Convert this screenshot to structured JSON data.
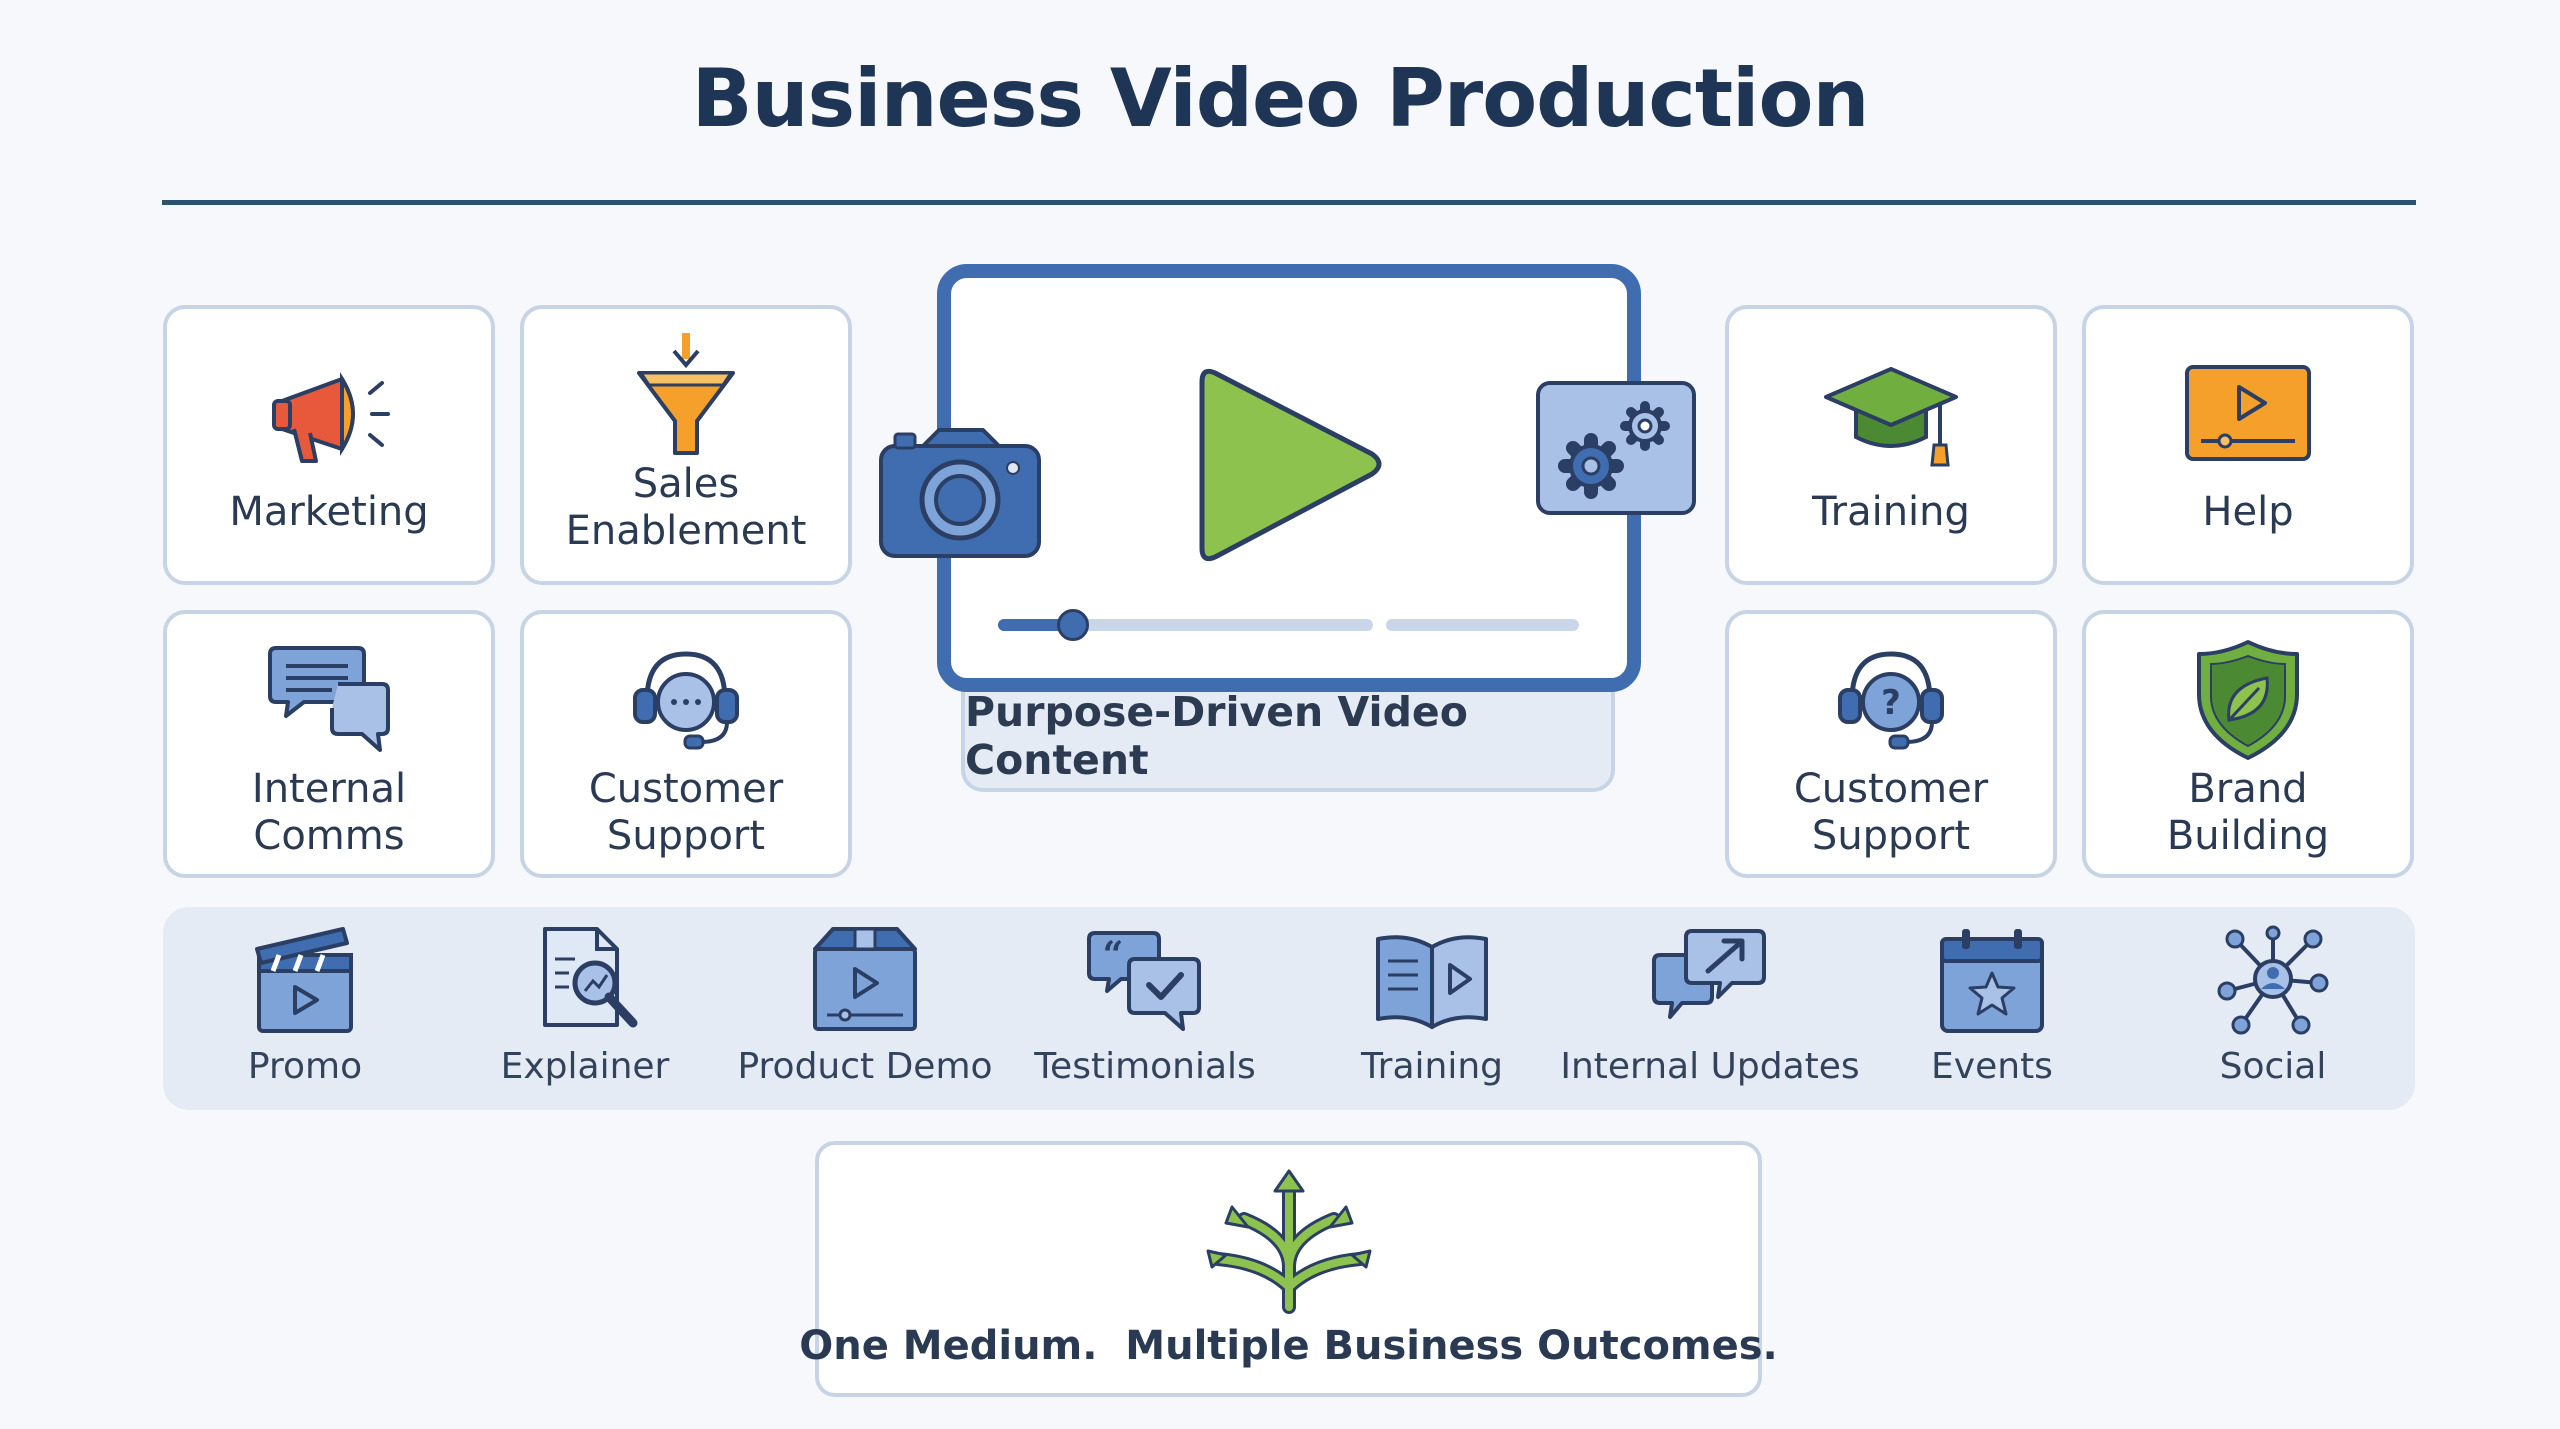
{
  "title": "Business Video Production",
  "cards": [
    {
      "label": "Marketing",
      "icon": "megaphone-icon"
    },
    {
      "label": "Sales\nEnablement",
      "icon": "funnel-icon"
    },
    {
      "label": "Internal\nComms",
      "icon": "chat-bubbles-icon"
    },
    {
      "label": "Customer\nSupport",
      "icon": "headset-icon"
    },
    {
      "label": "Training",
      "icon": "graduation-cap-icon"
    },
    {
      "label": "Help",
      "icon": "video-help-icon"
    },
    {
      "label": "Customer\nSupport",
      "icon": "headset-question-icon"
    },
    {
      "label": "Brand\nBuilding",
      "icon": "shield-leaf-icon"
    }
  ],
  "center": {
    "caption": "Purpose-Driven Video Content",
    "progress": 0.2,
    "icons": [
      "play-icon",
      "camera-icon",
      "gears-icon"
    ]
  },
  "video_types": [
    {
      "label": "Promo",
      "icon": "clapperboard-icon"
    },
    {
      "label": "Explainer",
      "icon": "document-magnifier-icon"
    },
    {
      "label": "Product Demo",
      "icon": "box-play-icon"
    },
    {
      "label": "Testimonials",
      "icon": "quote-bubbles-icon"
    },
    {
      "label": "Training",
      "icon": "book-play-icon"
    },
    {
      "label": "Internal Updates",
      "icon": "share-bubbles-icon"
    },
    {
      "label": "Events",
      "icon": "calendar-star-icon"
    },
    {
      "label": "Social",
      "icon": "network-icon"
    }
  ],
  "footer": {
    "text": "One Medium.  Multiple Business Outcomes.",
    "icon": "branching-arrows-icon"
  },
  "colors": {
    "title": "#1f3556",
    "primary_blue": "#3f6db0",
    "card_border": "#c7d4e6",
    "strip_bg": "#e5ebf5",
    "play_green": "#8dc24f",
    "accent_orange": "#f5a02a",
    "accent_red": "#e8583a"
  }
}
